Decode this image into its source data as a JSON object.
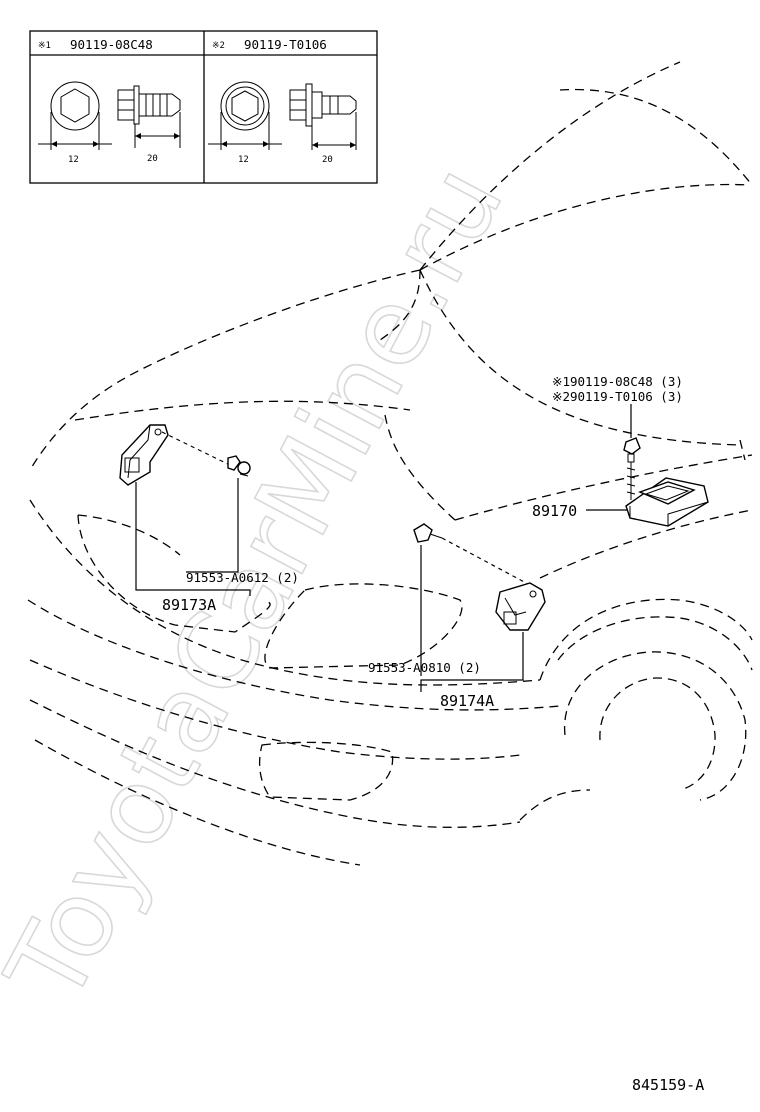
{
  "inset": {
    "fastener_1": {
      "mark": "※1",
      "part_number": "90119-08C48",
      "width_dim": "12",
      "length_dim": "20"
    },
    "fastener_2": {
      "mark": "※2",
      "part_number": "90119-T0106",
      "width_dim": "12",
      "length_dim": "20"
    }
  },
  "callouts": {
    "bolt_ref_1": "※190119-08C48 (3)",
    "bolt_ref_2": "※290119-T0106 (3)",
    "airbag_sensor_assy": "89170",
    "left_sensor": "89173A",
    "left_sensor_bolt": "91553-A0612 (2)",
    "right_sensor": "89174A",
    "right_sensor_bolt": "91553-A0810 (2)"
  },
  "diagram_number": "845159-A",
  "watermark": "ToyotaCarMine.ru"
}
